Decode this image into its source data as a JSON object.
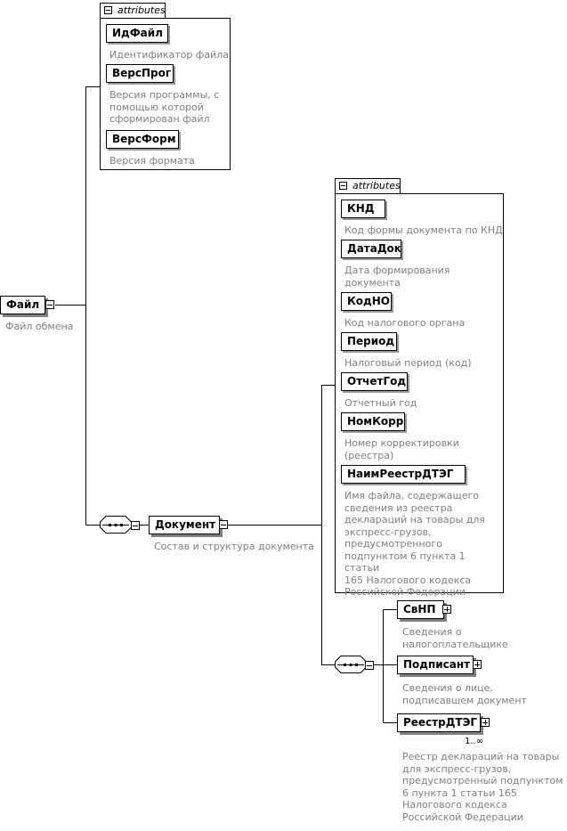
{
  "root": {
    "name": "Файл",
    "description": "Файл обмена",
    "attributes_label": "attributes",
    "attributes": [
      {
        "name": "ИдФайл",
        "description": "Идентификатор файла"
      },
      {
        "name": "ВерсПрог",
        "description": "Версия программы, с\nпомощью которой\nсформирован файл"
      },
      {
        "name": "ВерсФорм",
        "description": "Версия формата"
      }
    ]
  },
  "document": {
    "name": "Документ",
    "description": "Состав и структура документа",
    "attributes_label": "attributes",
    "attributes": [
      {
        "name": "КНД",
        "description": "Код формы документа по КНД"
      },
      {
        "name": "ДатаДок",
        "description": "Дата формирования\nдокумента"
      },
      {
        "name": "КодНО",
        "description": "Код налогового органа"
      },
      {
        "name": "Период",
        "description": "Налоговый период (код)"
      },
      {
        "name": "ОтчетГод",
        "description": "Отчетный год"
      },
      {
        "name": "НомКорр",
        "description": "Номер корректировки\n(реестра)"
      },
      {
        "name": "НаимРеестрДТЭГ",
        "description": "Имя файла, содержащего\nсведения из реестра\nдеклараций на товары для\nэкспресс-грузов,\nпредусмотренного\nподпунктом 6 пункта 1 статьи\n165 Налогового кодекса\nРоссийской Федерации"
      }
    ],
    "children": [
      {
        "name": "СвНП",
        "description": "Сведения о\nналогоплательщике"
      },
      {
        "name": "Подписант",
        "description": "Сведения о лице,\nподписавшем документ"
      },
      {
        "name": "РеестрДТЭГ",
        "description": "Реестр деклараций на товары\nдля экспресс-грузов,\nпредусмотренный подпунктом\n6 пункта 1 статьи 165\nНалогового кодекса\nРоссийской Федерации",
        "cardinality": "1..∞"
      }
    ]
  }
}
